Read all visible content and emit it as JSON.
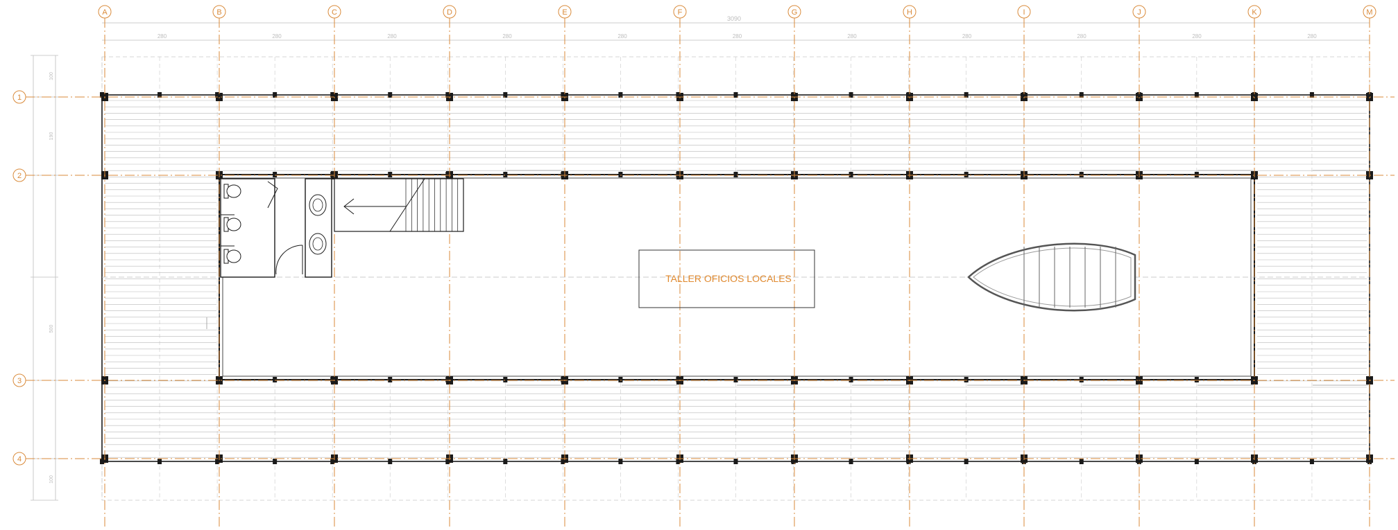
{
  "drawing": {
    "type": "architectural-floor-plan",
    "room_label": "TALLER OFICIOS LOCALES",
    "overall_dimension": "3090",
    "bay_dimension": "280",
    "vertical_dimensions": [
      "100",
      "190",
      "",
      "500",
      "",
      "100"
    ],
    "column_axes": [
      "A",
      "B",
      "C",
      "D",
      "E",
      "F",
      "G",
      "H",
      "I",
      "J",
      "K",
      "M"
    ],
    "row_axes": [
      "1",
      "2",
      "3",
      "4"
    ],
    "colors": {
      "axis": "#d98a3a",
      "label": "#e0892e",
      "wall": "#1a1a1a",
      "light_line": "#b8b8b8",
      "dim": "#bdbdbd"
    },
    "fixtures": {
      "toilets": 3,
      "sinks": 2,
      "stair": "stair-with-arrow",
      "boat": "boat"
    }
  }
}
